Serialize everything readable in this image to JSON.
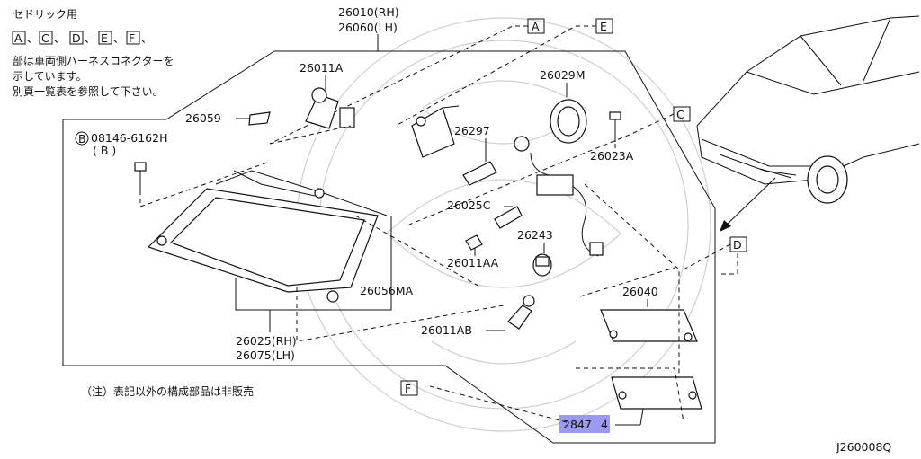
{
  "notes": {
    "title": "セドリック用",
    "codes": [
      "A",
      "C",
      "D",
      "E",
      "F"
    ],
    "code_sep": "、",
    "line2": "部は車両側ハーネスコネクターを",
    "line3": "示しています。",
    "line4": "別頁一覧表を参照して下さい。"
  },
  "footnote": "（注）表記以外の構成部品は非販売",
  "diagram_id": "J260008Q",
  "callouts": {
    "A": "A",
    "C": "C",
    "D": "D",
    "E": "E",
    "F": "F",
    "B": "B"
  },
  "parts": {
    "p26010": "26010(RH)",
    "p26060": "26060(LH)",
    "p26011A": "26011A",
    "p26059": "26059",
    "p08146": "08146-6162H",
    "p08146_qty": "( B )",
    "p26029M": "26029M",
    "p26297": "26297",
    "p26023A": "26023A",
    "p26025C": "26025C",
    "p26243": "26243",
    "p26011AA": "26011AA",
    "p26056MA": "26056MA",
    "p26040": "26040",
    "p26011AB": "26011AB",
    "p26025": "26025(RH)",
    "p26075": "26075(LH)",
    "p28474_hl": "2847",
    "p28474_rest": "4"
  },
  "colors": {
    "highlight": "#9a9af0",
    "line": "#111111",
    "watermark": "#cfcfcf"
  }
}
